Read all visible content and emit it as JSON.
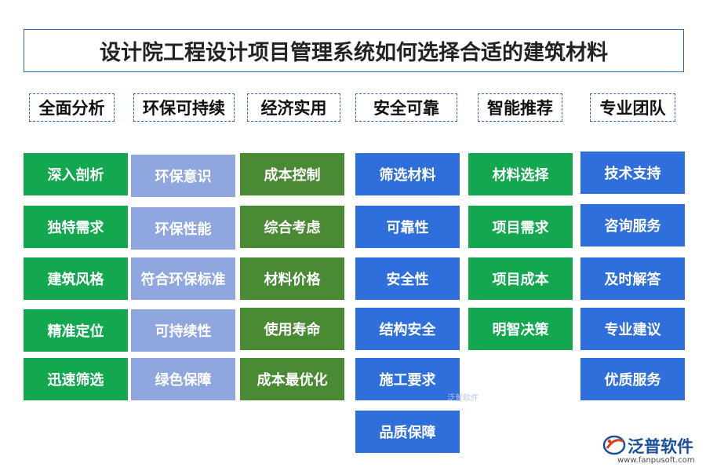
{
  "title": "设计院工程设计项目管理系统如何选择合适的建筑材料",
  "columns": [
    {
      "header": "全面分析",
      "items": [
        "深入剖析",
        "独特需求",
        "建筑风格",
        "精准定位",
        "迅速筛选"
      ]
    },
    {
      "header": "环保可持续",
      "items": [
        "环保意识",
        "环保性能",
        "符合环保标准",
        "可持续性",
        "绿色保障"
      ]
    },
    {
      "header": "经济实用",
      "items": [
        "成本控制",
        "综合考虑",
        "材料价格",
        "使用寿命",
        "成本最优化"
      ]
    },
    {
      "header": "安全可靠",
      "items": [
        "筛选材料",
        "可靠性",
        "安全性",
        "结构安全",
        "施工要求",
        "品质保障"
      ]
    },
    {
      "header": "智能推荐",
      "items": [
        "材料选择",
        "项目需求",
        "项目成本",
        "明智决策"
      ]
    },
    {
      "header": "专业团队",
      "items": [
        "技术支持",
        "咨询服务",
        "及时解答",
        "专业建议",
        "优质服务"
      ]
    }
  ],
  "colors": {
    "green": "#13a84f",
    "lavender": "#8fa6de",
    "olive": "#4a8a34",
    "blue": "#2f6fdc"
  },
  "logo": {
    "name": "泛普软件",
    "url": "www.fanpusoft.com"
  },
  "watermark": "泛普软件"
}
